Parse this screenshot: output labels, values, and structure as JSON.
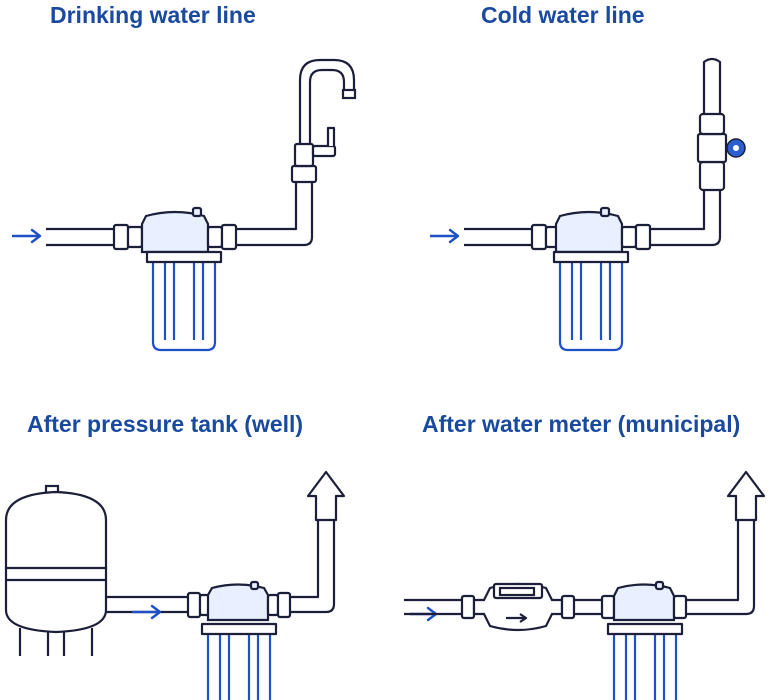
{
  "panels": [
    {
      "title": "Drinking water line"
    },
    {
      "title": "Cold water line"
    },
    {
      "title": "After pressure tank (well)"
    },
    {
      "title": "After water meter (municipal)"
    }
  ],
  "colors": {
    "title_blue": "#1a4aa0",
    "accent_blue": "#1e50c8",
    "line": "#1b1f3a",
    "filter_tint": "#e8efff"
  },
  "icons": [
    "flow-arrow-icon",
    "water-filter-icon",
    "faucet-icon",
    "valve-handle-icon",
    "pressure-tank-icon",
    "water-meter-icon",
    "outflow-arrow-icon"
  ]
}
